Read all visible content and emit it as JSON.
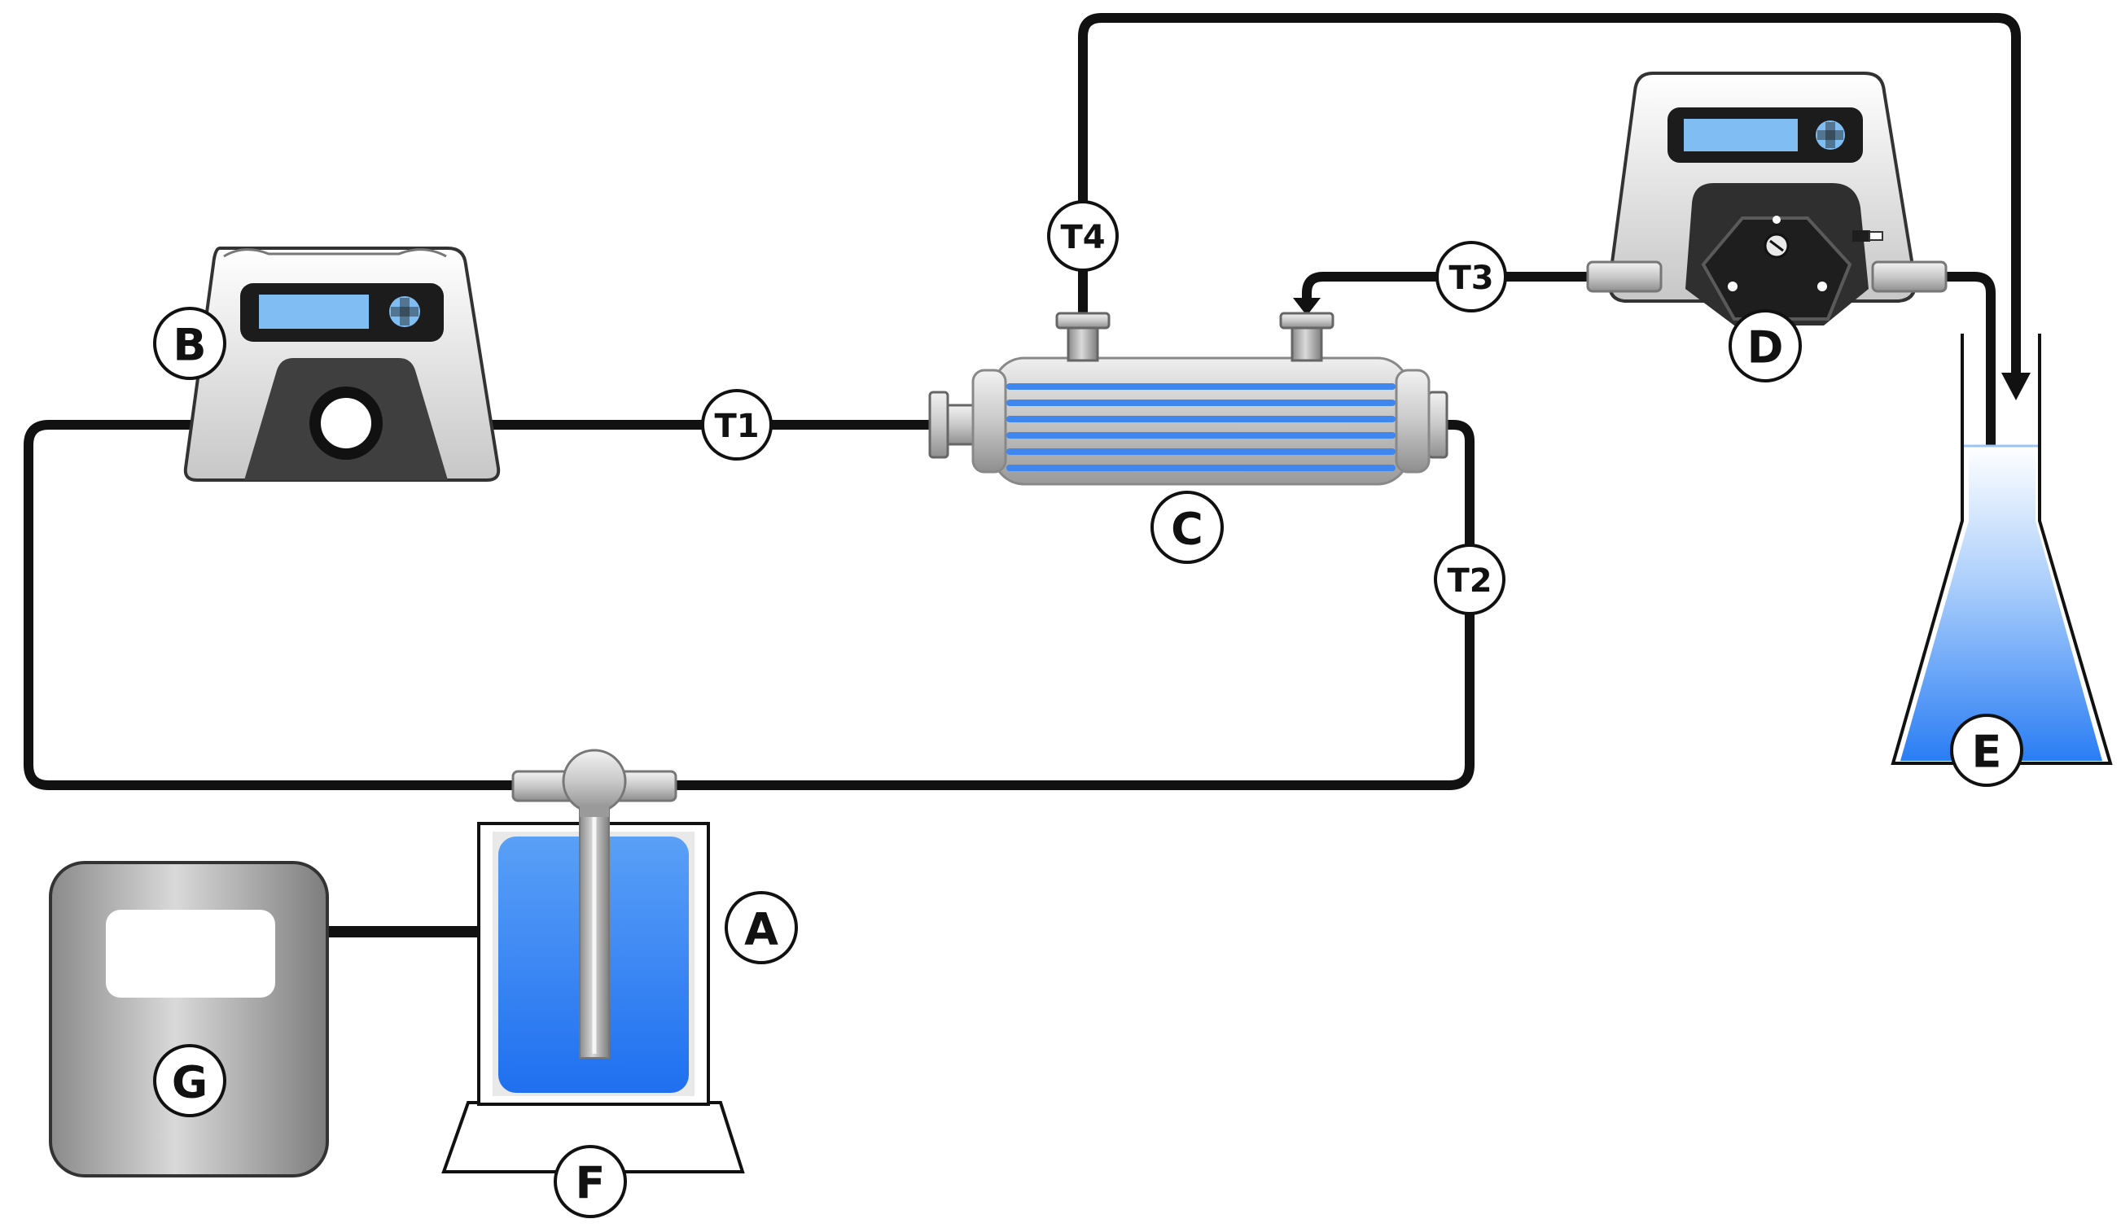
{
  "labels": {
    "A": "A",
    "B": "B",
    "C": "C",
    "D": "D",
    "E": "E",
    "F": "F",
    "G": "G"
  },
  "sensors": {
    "T1": "T1",
    "T2": "T2",
    "T3": "T3",
    "T4": "T4"
  },
  "colors": {
    "pipe": "#111111",
    "liquid": "#2f7df6",
    "screen": "#7fbdf2",
    "metal": "#b8b8b8"
  }
}
